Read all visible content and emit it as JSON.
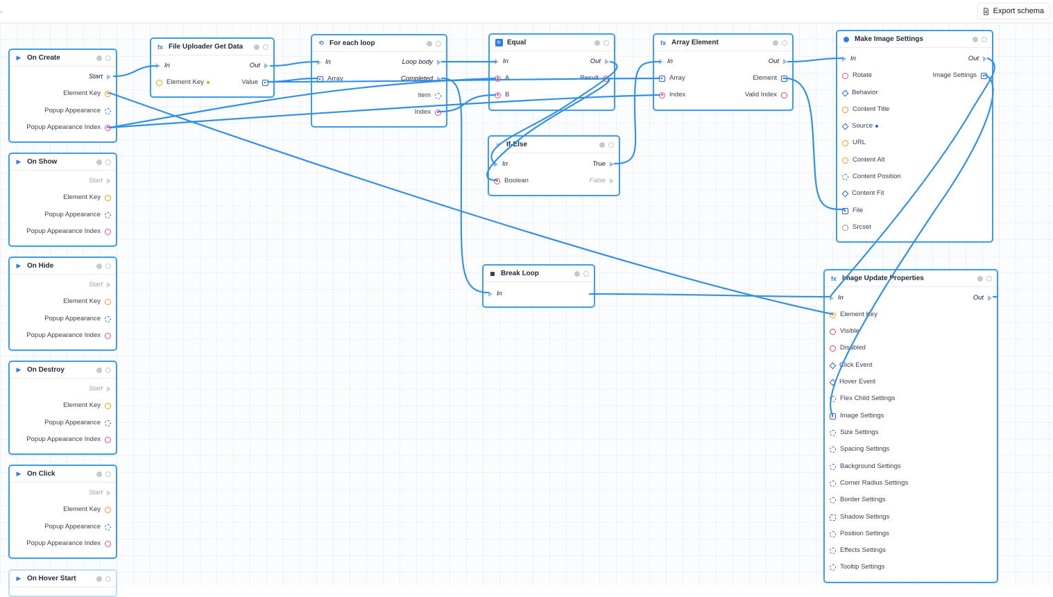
{
  "toolbar": {
    "export_label": "Export schema",
    "left_mark": "-"
  },
  "nodes": {
    "on_create": {
      "title": "On Create",
      "start": "Start",
      "element_key": "Element Key",
      "popup_appearance": "Popup Appearance",
      "popup_appearance_index": "Popup Appearance Index"
    },
    "on_show": {
      "title": "On Show",
      "start": "Start",
      "element_key": "Element Key",
      "popup_appearance": "Popup Appearance",
      "popup_appearance_index": "Popup Appearance Index"
    },
    "on_hide": {
      "title": "On Hide",
      "start": "Start",
      "element_key": "Element Key",
      "popup_appearance": "Popup Appearance",
      "popup_appearance_index": "Popup Appearance Index"
    },
    "on_destroy": {
      "title": "On Destroy",
      "start": "Start",
      "element_key": "Element Key",
      "popup_appearance": "Popup Appearance",
      "popup_appearance_index": "Popup Appearance Index"
    },
    "on_click": {
      "title": "On Click",
      "start": "Start",
      "element_key": "Element Key",
      "popup_appearance": "Popup Appearance",
      "popup_appearance_index": "Popup Appearance Index"
    },
    "on_hover_start": {
      "title": "On Hover Start"
    },
    "file_uploader": {
      "title": "File Uploader Get Data",
      "in": "In",
      "out": "Out",
      "element_key": "Element Key",
      "value": "Value",
      "icon": "fx"
    },
    "for_each": {
      "title": "For each loop",
      "in": "In",
      "array": "Array",
      "loop_body": "Loop body",
      "completed": "Completed",
      "item": "Item",
      "index": "Index",
      "icon": "loop-icon"
    },
    "equal": {
      "title": "Equal",
      "in": "In",
      "a": "A",
      "b": "B",
      "out": "Out",
      "result": "Result",
      "icon": "equal-icon"
    },
    "if_else": {
      "title": "If-Else",
      "in": "In",
      "boolean": "Boolean",
      "true": "True",
      "false": "False",
      "icon": "branch-icon"
    },
    "array_element": {
      "title": "Array Element",
      "in": "In",
      "array": "Array",
      "index": "Index",
      "out": "Out",
      "element": "Element",
      "valid_index": "Valid Index",
      "icon": "fx"
    },
    "break_loop": {
      "title": "Break Loop",
      "in": "In",
      "icon": "stop-icon"
    },
    "make_image_settings": {
      "title": "Make Image Settings",
      "in": "In",
      "out": "Out",
      "image_settings": "Image Settings",
      "icon": "dot-icon",
      "inputs": [
        "Rotate",
        "Behavior",
        "Content Title",
        "Source",
        "URL",
        "Content Alt",
        "Content Position",
        "Content Fit",
        "File",
        "Srcset"
      ]
    },
    "image_update": {
      "title": "Image Update Properties",
      "in": "In",
      "out": "Out",
      "icon": "fx",
      "inputs": [
        "Element Key",
        "Visible",
        "Disabled",
        "Click Event",
        "Hover Event",
        "Flex Child Settings",
        "Image Settings",
        "Size Settings",
        "Spacing Settings",
        "Background Settings",
        "Corner Radius Settings",
        "Border Settings",
        "Shadow Settings",
        "Position Settings",
        "Effects Settings",
        "Tooltip Settings"
      ]
    }
  },
  "colors": {
    "accent": "#3b9cf0",
    "wire": "#2f8fea",
    "string_port": "#f59e0b",
    "number_port": "#ec4899",
    "object_port": "#2563eb",
    "boolean_port": "#ef4444"
  }
}
